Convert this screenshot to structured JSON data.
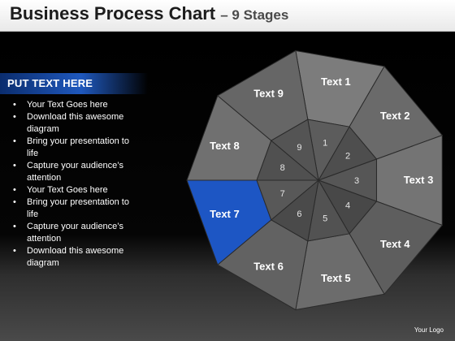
{
  "header": {
    "title": "Business Process Chart",
    "subtitle": "– 9 Stages"
  },
  "panel": {
    "heading": "PUT  TEXT HERE",
    "bullets": [
      "Your Text Goes here",
      "Download this awesome diagram",
      "Bring your presentation to life",
      "Capture your audience’s attention",
      "Your Text Goes here",
      "Bring your presentation to life",
      "Capture your audience’s attention",
      "Download this awesome diagram"
    ]
  },
  "diagram": {
    "stage_count": 9,
    "highlighted_stage": 7,
    "highlight_color": "#1d56c4",
    "segments": [
      {
        "number": "1",
        "label": "Text 1"
      },
      {
        "number": "2",
        "label": "Text 2"
      },
      {
        "number": "3",
        "label": "Text 3"
      },
      {
        "number": "4",
        "label": "Text 4"
      },
      {
        "number": "5",
        "label": "Text 5"
      },
      {
        "number": "6",
        "label": "Text 6"
      },
      {
        "number": "7",
        "label": "Text 7"
      },
      {
        "number": "8",
        "label": "Text 8"
      },
      {
        "number": "9",
        "label": "Text 9"
      }
    ]
  },
  "footer": {
    "logo": "Your Logo"
  }
}
